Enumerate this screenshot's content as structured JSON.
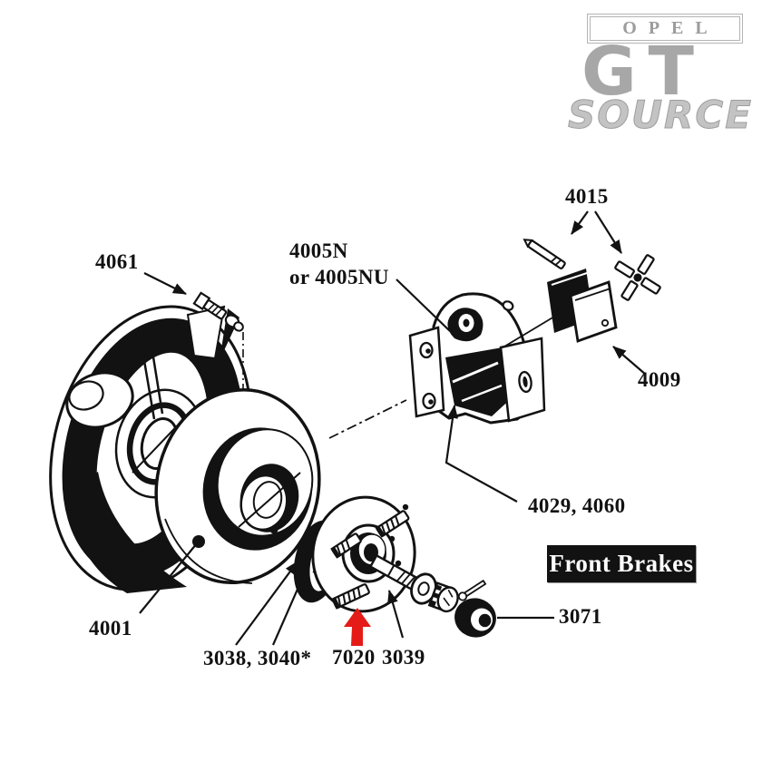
{
  "logo": {
    "opel": "OPEL",
    "gt": "GT",
    "source": "SOURCE"
  },
  "title_box": {
    "label": "Front Brakes"
  },
  "colors": {
    "red_arrow": "#e41b17",
    "ink": "#121212",
    "logo_gray": "#a7a7a7"
  },
  "part_labels": [
    {
      "id": "4061",
      "text": "4061"
    },
    {
      "id": "4005n",
      "text": "4005N"
    },
    {
      "id": "4005nu",
      "text": "or 4005NU"
    },
    {
      "id": "4015",
      "text": "4015"
    },
    {
      "id": "4009",
      "text": "4009"
    },
    {
      "id": "4029_4060",
      "text": "4029, 4060"
    },
    {
      "id": "4001",
      "text": "4001"
    },
    {
      "id": "3038_3040",
      "text": "3038, 3040*"
    },
    {
      "id": "7020",
      "text": "7020"
    },
    {
      "id": "3039",
      "text": "3039"
    },
    {
      "id": "3071",
      "text": "3071"
    }
  ]
}
